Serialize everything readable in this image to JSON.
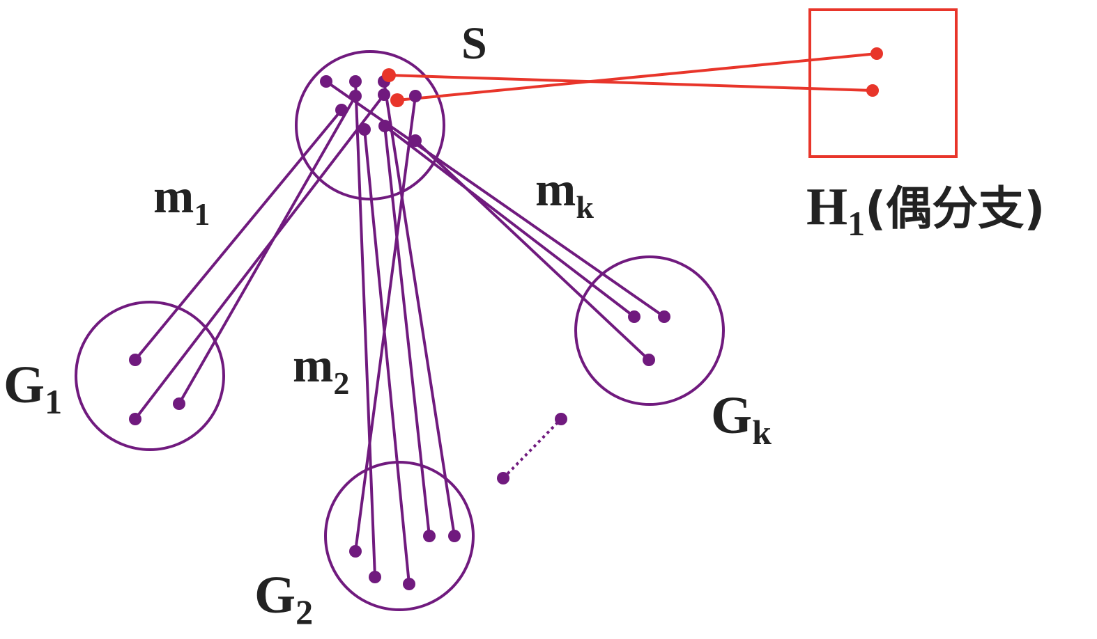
{
  "colors": {
    "purple": "#701a7e",
    "red": "#e8352a",
    "text": "#222222"
  },
  "labels": {
    "S": "S",
    "m1": {
      "base": "m",
      "sub": "1"
    },
    "m2": {
      "base": "m",
      "sub": "2"
    },
    "mk": {
      "base": "m",
      "sub": "k"
    },
    "G1": {
      "base": "G",
      "sub": "1"
    },
    "G2": {
      "base": "G",
      "sub": "2"
    },
    "Gk": {
      "base": "G",
      "sub": "k"
    },
    "H1": {
      "base": "H",
      "sub": "1",
      "suffix": "(偶分支)"
    }
  }
}
